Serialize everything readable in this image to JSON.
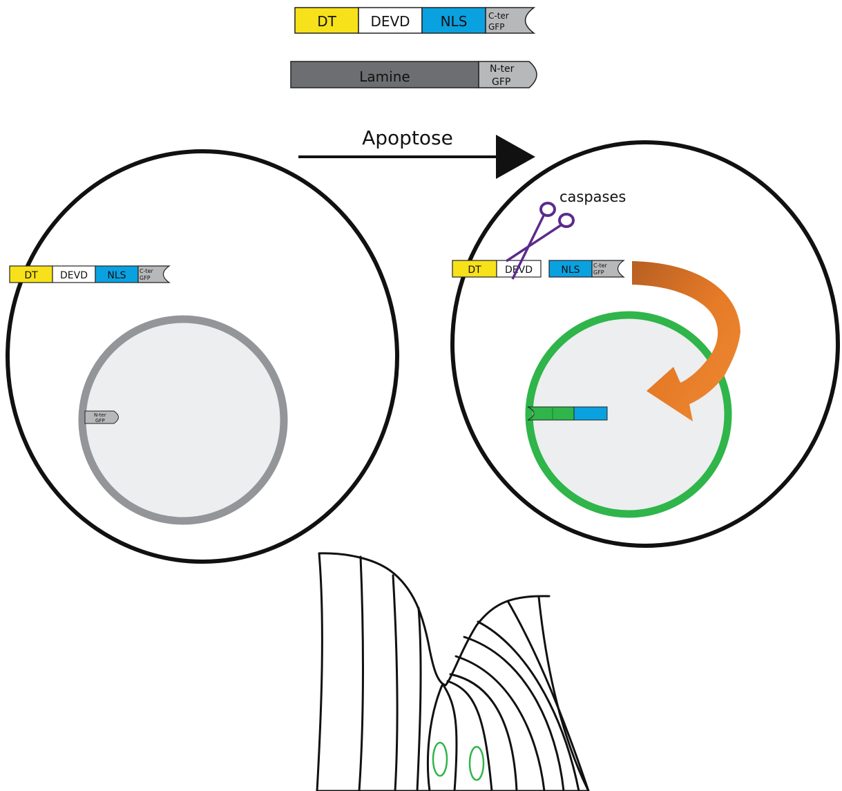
{
  "constructs": {
    "reporter": {
      "dt": "DT",
      "devd": "DEVD",
      "nls": "NLS",
      "gfp_line1": "C-ter",
      "gfp_line2": "GFP"
    },
    "lamine": {
      "label": "Lamine",
      "gfp_line1": "N-ter",
      "gfp_line2": "GFP"
    }
  },
  "arrow": {
    "label": "Apoptose"
  },
  "cell_after": {
    "caspases_label": "caspases"
  },
  "colors": {
    "dt": "#f7e11a",
    "nls": "#0aa1e0",
    "gfp_grey": "#b7b8ba",
    "lamine": "#6d6e71",
    "nucleus_fill": "#eceeef",
    "nucleus_ring_before": "#939598",
    "nucleus_ring_after": "#2fb54a",
    "gfp_green": "#2fb54a",
    "caspase": "#5b2b8c",
    "translocation_arrow": "#e57a27"
  }
}
